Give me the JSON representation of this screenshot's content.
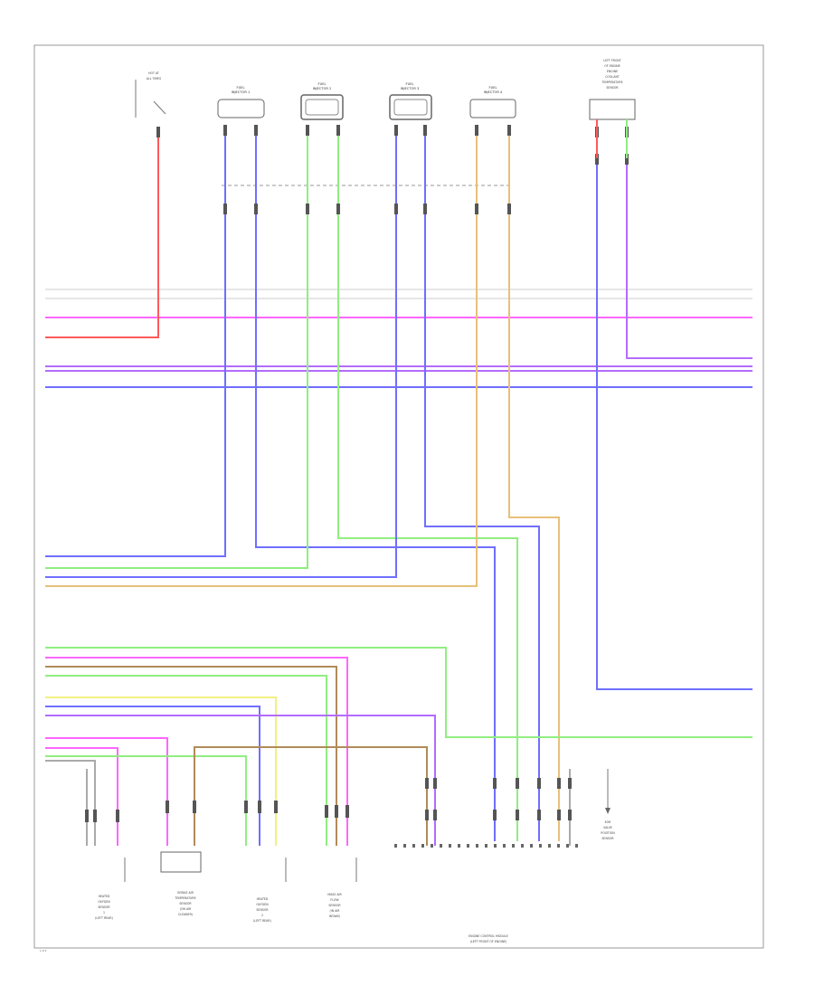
{
  "diagram": {
    "colors": {
      "red": "#ff5a5a",
      "blue": "#6f6fff",
      "green": "#90ee80",
      "violet": "#b36cff",
      "magenta": "#ff66ff",
      "tan": "#e8c07a",
      "brown": "#b08b5a",
      "yellow": "#f0f080",
      "gray": "#aaaaaa"
    },
    "top_components": [
      {
        "id": "fuse-block",
        "lines": [
          "HOT AT",
          "ALL TIMES"
        ]
      },
      {
        "id": "fuel-inj-1",
        "lines": [
          "FUEL",
          "INJECTOR 1"
        ]
      },
      {
        "id": "fuel-inj-2",
        "lines": [
          "FUEL",
          "INJECTOR 2"
        ]
      },
      {
        "id": "fuel-inj-3",
        "lines": [
          "FUEL",
          "INJECTOR 3"
        ]
      },
      {
        "id": "fuel-inj-4",
        "lines": [
          "FUEL",
          "INJECTOR 4"
        ]
      },
      {
        "id": "ect-sensor",
        "lines": [
          "LEFT FRONT",
          "OF ENGINE",
          "ENGINE",
          "COOLANT",
          "TEMPERATURE",
          "SENSOR"
        ]
      }
    ],
    "bottom_components": [
      {
        "id": "o2-sensor-1",
        "lines": [
          "HEATED",
          "OXYGEN",
          "SENSOR",
          "1",
          "(LEFT REAR)"
        ]
      },
      {
        "id": "iat-sensor",
        "lines": [
          "INTAKE AIR",
          "TEMPERATURE",
          "SENSOR",
          "(ON AIR",
          "CLEANER)"
        ]
      },
      {
        "id": "o2-sensor-2",
        "lines": [
          "HEATED",
          "OXYGEN",
          "SENSOR",
          "2",
          "(LEFT REAR)"
        ]
      },
      {
        "id": "maf-sensor",
        "lines": [
          "MASS AIR",
          "FLOW",
          "SENSOR",
          "(IN AIR",
          "INTAKE)"
        ]
      },
      {
        "id": "ecm",
        "lines": [
          "ENGINE CONTROL MODULE",
          "(LEFT FRONT OF ENGINE)"
        ]
      },
      {
        "id": "egr-sensor",
        "lines": [
          "EGR",
          "VALVE",
          "POSITION",
          "SENSOR"
        ]
      }
    ],
    "footer_ref": "1 of 2"
  }
}
